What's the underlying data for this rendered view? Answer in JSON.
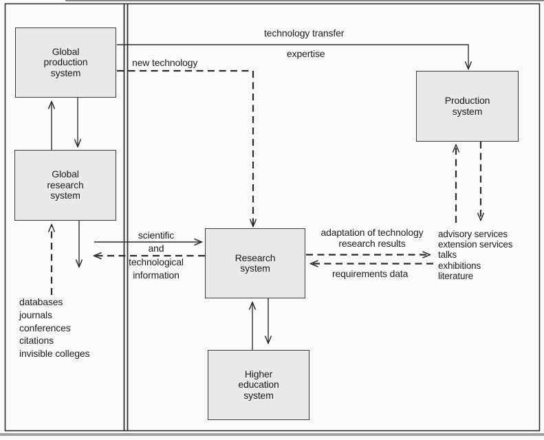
{
  "page": {
    "background": "#fbfbf9"
  },
  "diagram": {
    "colors": {
      "box_fill": "#e9e9e7",
      "box_border": "#3a3a3a",
      "line": "#2b2b2b",
      "text": "#1c1c1c"
    },
    "boxes": {
      "global_production": {
        "label": "Global\nproduction\nsystem"
      },
      "global_research": {
        "label": "Global\nresearch\nsystem"
      },
      "production": {
        "label": "Production\nsystem"
      },
      "research": {
        "label": "Research\nsystem"
      },
      "higher_education": {
        "label": "Higher\neducation\nsystem"
      }
    },
    "flow_labels": {
      "technology_transfer": "technology transfer",
      "expertise": "expertise",
      "new_technology": "new technology",
      "sci_tech_info": "scientific\nand\ntechnological\ninformation",
      "adaptation": "adaptation of technology\nresearch results",
      "requirements_data": "requirements data"
    },
    "lists": {
      "global_channels": [
        "databases",
        "journals",
        "conferences",
        "citations",
        "invisible colleges"
      ],
      "dissemination_channels": [
        "advisory services",
        "extension services",
        "talks",
        "exhibitions",
        "literature"
      ]
    }
  }
}
